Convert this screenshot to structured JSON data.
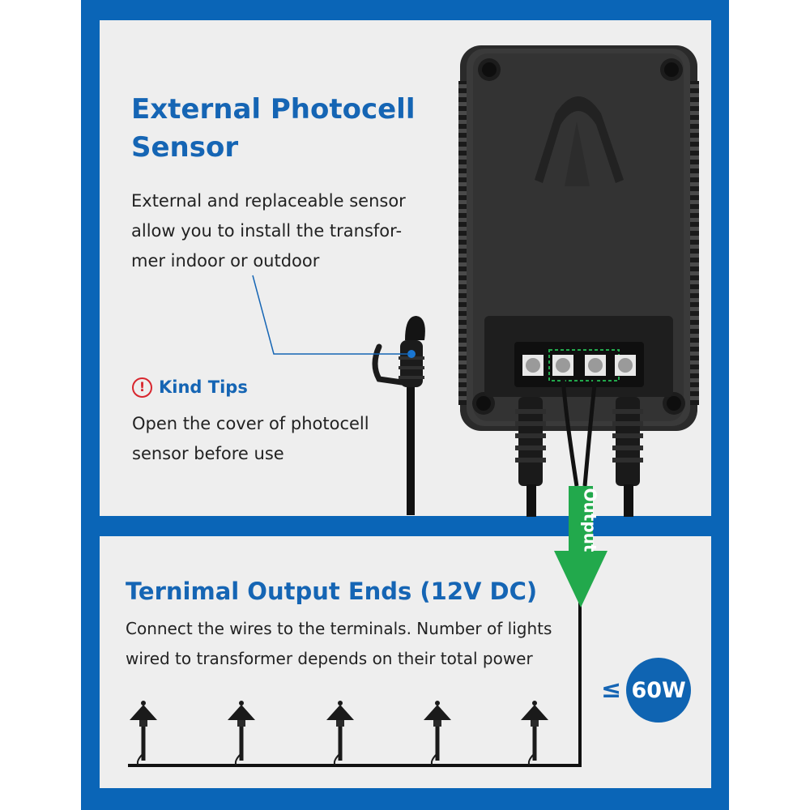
{
  "photocell": {
    "title": "External Photocell Sensor",
    "description": "External and replaceable sensor allow you to install the transfor-mer indoor or outdoor"
  },
  "tips": {
    "title": "Kind Tips",
    "icon": "exclamation-circle-icon",
    "text": "Open the cover of photocell sensor before use"
  },
  "arrow": {
    "label": "Output",
    "color": "#22a94c"
  },
  "terminal": {
    "title": "Ternimal Output Ends (12V DC)",
    "description": "Connect the wires to the terminals. Number of lights wired to transformer depends on their total power"
  },
  "limit": {
    "symbol": "≤",
    "value": "60W"
  },
  "colors": {
    "frame_blue": "#0a65b7",
    "title_blue": "#1565b4",
    "panel_gray": "#eeeeee",
    "warning_red": "#d8262e"
  }
}
